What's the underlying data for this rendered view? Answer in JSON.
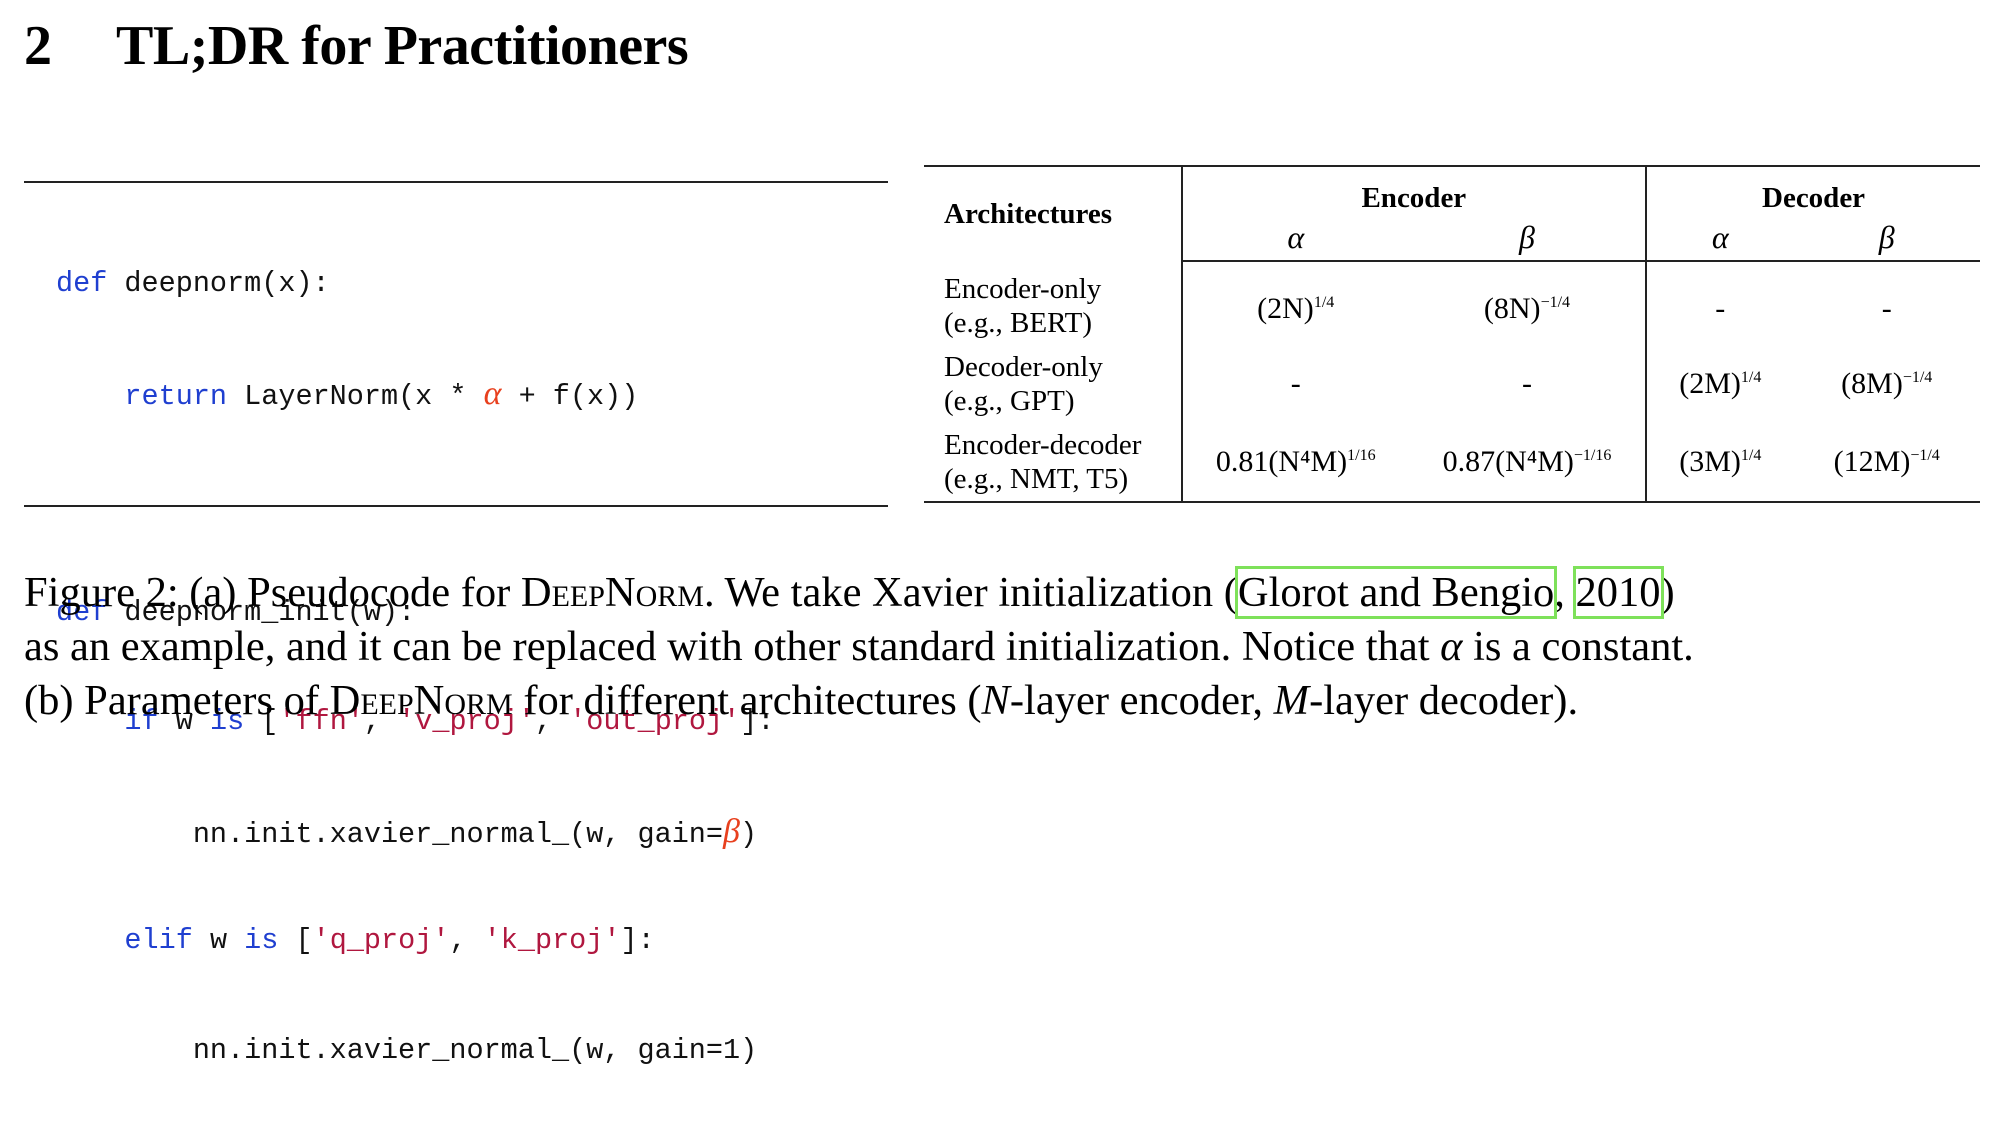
{
  "section": {
    "number": "2",
    "title": "TL;DR for Practitioners"
  },
  "code": {
    "line1": {
      "kw": "def",
      "rest": "deepnorm(x):"
    },
    "line2": {
      "kw": "return",
      "pre": "LayerNorm(x * ",
      "greek": "α",
      "post": " + f(x))"
    },
    "line3": {
      "kw": "def",
      "rest": "deepnorm_init(w):"
    },
    "line4": {
      "kw1": "if",
      "w": "w",
      "kw2": "is",
      "open": "[",
      "s1": "'ffn'",
      "sep1": ", ",
      "s2": "'v_proj'",
      "sep2": ", ",
      "s3": "'out_proj'",
      "close": "]:"
    },
    "line5": {
      "pre": "nn.init.xavier_normal_(w, gain=",
      "greek": "β",
      "post": ")"
    },
    "line6": {
      "kw1": "elif",
      "w": "w",
      "kw2": "is",
      "open": "[",
      "s1": "'q_proj'",
      "sep1": ", ",
      "s2": "'k_proj'",
      "close": "]:"
    },
    "line7": {
      "text": "nn.init.xavier_normal_(w, gain=1)"
    }
  },
  "table": {
    "header": {
      "architectures": "Architectures",
      "encoder": "Encoder",
      "decoder": "Decoder",
      "alpha": "α",
      "beta": "β"
    },
    "rows": [
      {
        "name_line1": "Encoder-only",
        "name_line2": "(e.g., BERT)",
        "enc_alpha": {
          "base": "(2N)",
          "exp": "1/4"
        },
        "enc_beta": {
          "base": "(8N)",
          "exp": "−1/4"
        },
        "dec_alpha": "-",
        "dec_beta": "-"
      },
      {
        "name_line1": "Decoder-only",
        "name_line2": "(e.g., GPT)",
        "enc_alpha": "-",
        "enc_beta": "-",
        "dec_alpha": {
          "base": "(2M)",
          "exp": "1/4"
        },
        "dec_beta": {
          "base": "(8M)",
          "exp": "−1/4"
        }
      },
      {
        "name_line1": "Encoder-decoder",
        "name_line2": "(e.g., NMT, T5)",
        "enc_alpha": {
          "base": "0.81(N⁴M)",
          "exp": "1/16"
        },
        "enc_beta": {
          "base": "0.87(N⁴M)",
          "exp": "−1/16"
        },
        "dec_alpha": {
          "base": "(3M)",
          "exp": "1/4"
        },
        "dec_beta": {
          "base": "(12M)",
          "exp": "−1/4"
        }
      }
    ]
  },
  "caption": {
    "l1_a": "Figure 2: (a) Pseudocode for ",
    "deepnorm": "DeepNorm",
    "l1_b": ". We take Xavier initialization (",
    "ref_authors": "Glorot and Bengio",
    "ref_sep": ", ",
    "ref_year": "2010",
    "l1_c": ")",
    "l2_a": "as an example, and it can be replaced with other standard initialization. Notice that ",
    "alpha": "α",
    "l2_b": " is a constant.",
    "l3_a": "(b) Parameters of ",
    "l3_b": " for different architectures (",
    "N": "N",
    "l3_c": "-layer encoder, ",
    "M": "M",
    "l3_d": "-layer decoder)."
  }
}
